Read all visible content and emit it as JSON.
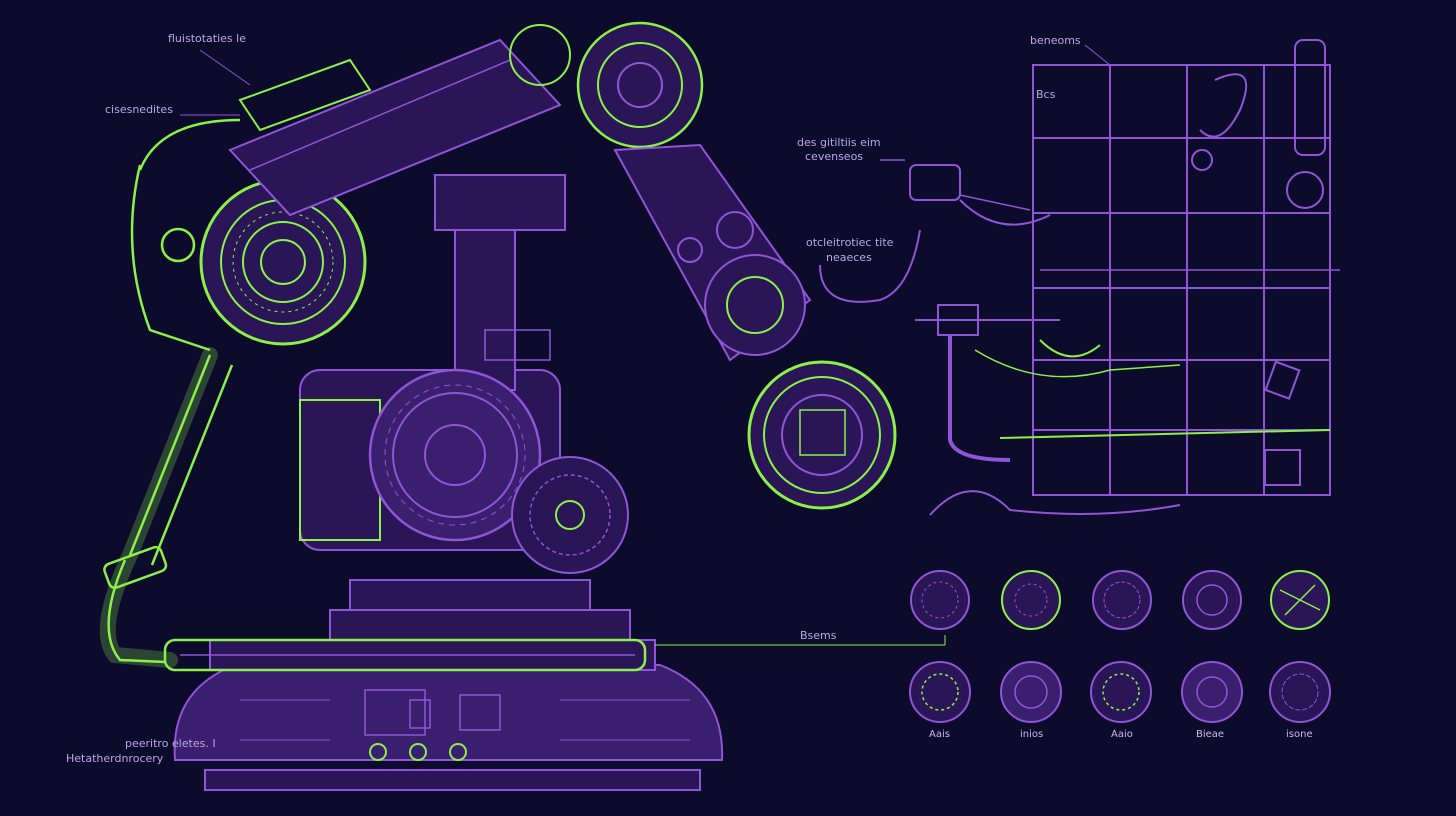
{
  "colors": {
    "background": "#0d0b2c",
    "purple_line": "#8f55d6",
    "purple_fill": "#3a1f6e",
    "purple_dark": "#2a1556",
    "green_line": "#8cf04a",
    "label": "#b9a8e8"
  },
  "labels": {
    "top_left": "fluistotaties le",
    "left_upper": "cisesnedites",
    "bottom_left_1": "peeritro eletes. I",
    "bottom_left_2": "Hetatherdnrocery",
    "center_right_1a": "des gitiltiis eim",
    "center_right_1b": "cevenseos",
    "center_right_2a": "otcleitrotiec tite",
    "center_right_2b": "neaeces",
    "grid_top": "beneoms",
    "grid_left": "Bcs",
    "base_callout": "Bsems"
  },
  "samples": {
    "row1": [
      {
        "id": "s1",
        "color": "purple"
      },
      {
        "id": "s2",
        "color": "green"
      },
      {
        "id": "s3",
        "color": "purple"
      },
      {
        "id": "s4",
        "color": "purple"
      },
      {
        "id": "s5",
        "color": "green"
      }
    ],
    "row2": [
      {
        "id": "s6",
        "color": "green",
        "caption": "Aais"
      },
      {
        "id": "s7",
        "color": "purple",
        "caption": "inios"
      },
      {
        "id": "s8",
        "color": "green",
        "caption": "Aaio"
      },
      {
        "id": "s9",
        "color": "purple",
        "caption": "Bieae"
      },
      {
        "id": "s10",
        "color": "purple",
        "caption": "isone"
      }
    ]
  }
}
